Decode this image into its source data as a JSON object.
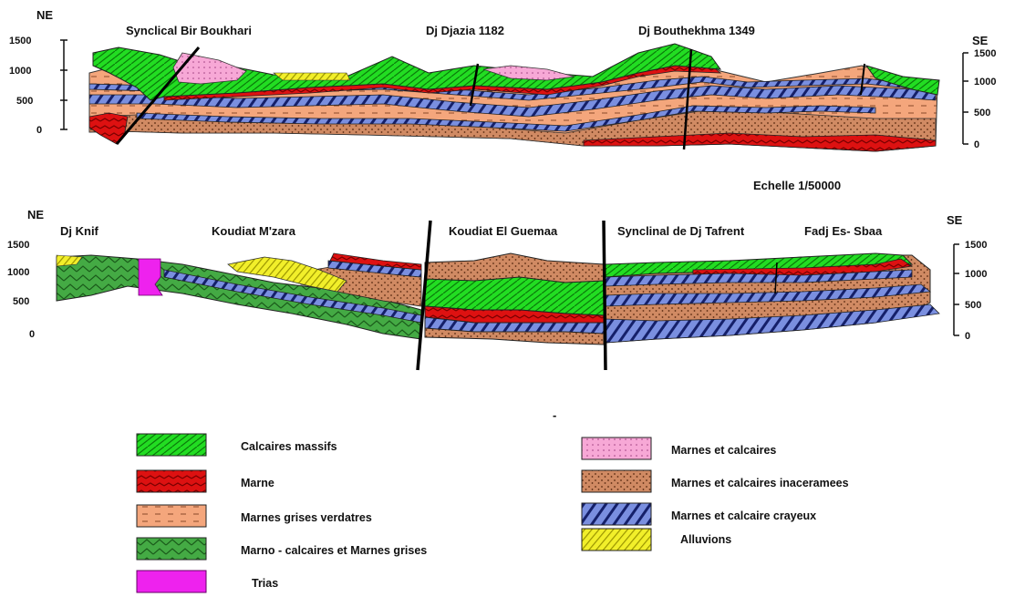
{
  "section1": {
    "ne_label": "NE",
    "se_label": "SE",
    "left_ticks": [
      "1500",
      "1000",
      "500",
      "0"
    ],
    "right_ticks": [
      "1500",
      "1000",
      "500",
      "0"
    ],
    "locality_labels": [
      "Synclical Bir Boukhari",
      "Dj Djazia 1182",
      "Dj Bouthekhma 1349"
    ]
  },
  "scale_label": "Echelle 1/50000",
  "section2": {
    "ne_label": "NE",
    "se_label": "SE",
    "left_ticks": [
      "1500",
      "1000",
      "500",
      "0"
    ],
    "right_ticks": [
      "1500",
      "1000",
      "500",
      "0"
    ],
    "locality_labels": [
      "Dj Knif",
      "Koudiat M'zara",
      "Koudiat El Guemaa",
      "Synclinal de Dj Tafrent",
      "Fadj Es- Sbaa"
    ]
  },
  "stray_mark": "-",
  "legend": [
    {
      "label": "Calcaires massifs",
      "pattern": "calcaires"
    },
    {
      "label": "Marne",
      "pattern": "marne"
    },
    {
      "label": "Marnes grises verdatres",
      "pattern": "grises"
    },
    {
      "label": "Marno - calcaires et Marnes grises",
      "pattern": "marno"
    },
    {
      "label": "Trias",
      "pattern": "trias"
    },
    {
      "label": "Marnes et calcaires",
      "pattern": "pink"
    },
    {
      "label": "Marnes et calcaires inaceramees",
      "pattern": "inac"
    },
    {
      "label": "Marnes et calcaire crayeux",
      "pattern": "crayeux"
    },
    {
      "label": "Alluvions",
      "pattern": "alluv"
    }
  ],
  "colors": {
    "calcaires_massifs": "#22dd22",
    "marne": "#dd1111",
    "marnes_grises_verdatres": "#f4a67c",
    "marno_calcaires": "#44aa44",
    "trias": "#ee22ee",
    "marnes_calcaires_pink": "#f7a8d6",
    "inaceramees": "#d08a63",
    "crayeux": "#7a8fe0",
    "alluvions": "#f2ef2a"
  }
}
